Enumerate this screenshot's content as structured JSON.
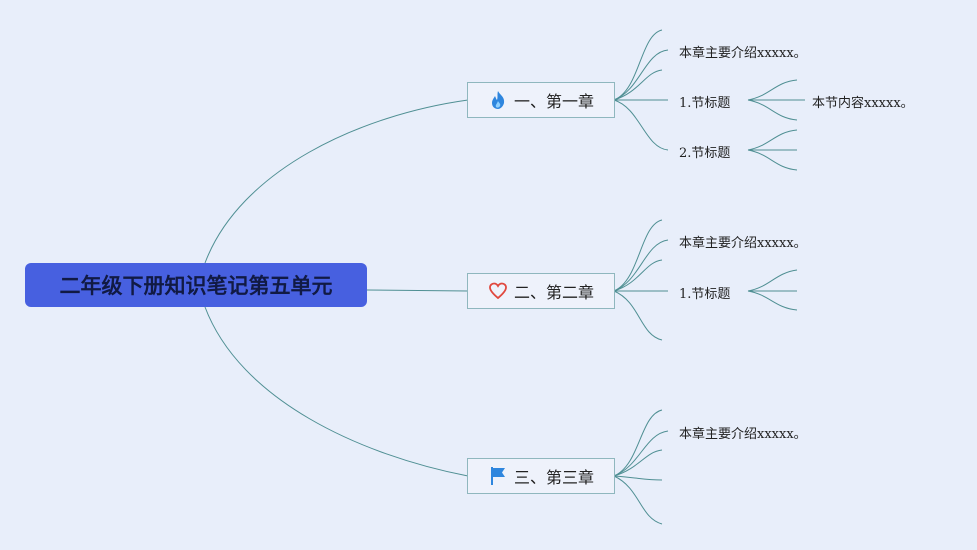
{
  "root": {
    "title": "二年级下册知识笔记第五单元"
  },
  "chapters": [
    {
      "label": "一、第一章",
      "icon": "flame-icon",
      "intro": "本章主要介绍xxxxx。",
      "sections": [
        {
          "label": "1.节标题",
          "content": "本节内容xxxxx。"
        },
        {
          "label": "2.节标题"
        }
      ]
    },
    {
      "label": "二、第二章",
      "icon": "heart-icon",
      "intro": "本章主要介绍xxxxx。",
      "sections": [
        {
          "label": "1.节标题"
        }
      ]
    },
    {
      "label": "三、第三章",
      "icon": "flag-icon",
      "intro": "本章主要介绍xxxxx。",
      "sections": []
    }
  ],
  "colors": {
    "root_bg": "#4760e0",
    "line": "#4f8f93",
    "node_border": "#8fb7be",
    "background": "#e8eefa"
  }
}
